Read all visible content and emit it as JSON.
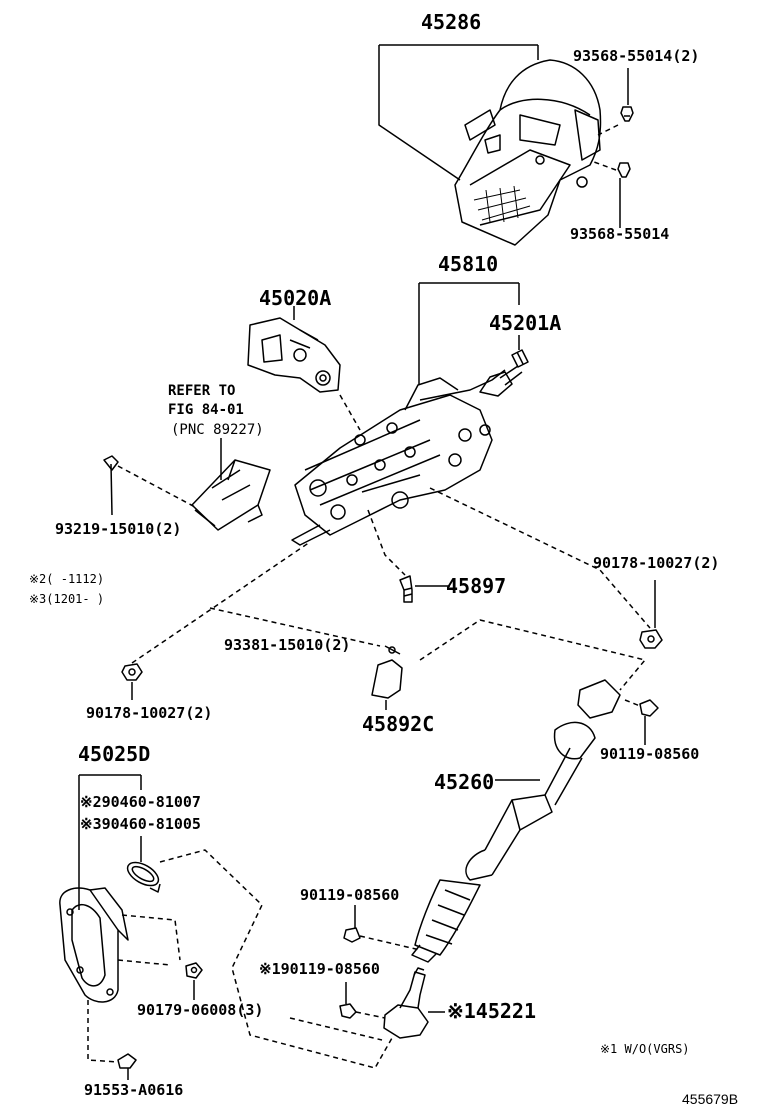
{
  "labels": {
    "p45286": "45286",
    "p93568_55014_2": "93568-55014(2)",
    "p93568_55014": "93568-55014",
    "p45810": "45810",
    "p45020A": "45020A",
    "p45201A": "45201A",
    "refer_to": "REFER TO",
    "fig": "FIG 84-01",
    "pnc": "(PNC 89227)",
    "p93219": "93219-15010(2)",
    "note2": "※2(   -1112)",
    "note3": "※3(1201-   )",
    "p90178_right": "90178-10027(2)",
    "p45897": "45897",
    "p93381": "93381-15010(2)",
    "p90178_left": "90178-10027(2)",
    "p45892C": "45892C",
    "p45025D": "45025D",
    "p90460_2": "※290460-81007",
    "p90460_3": "※390460-81005",
    "p90119_right": "90119-08560",
    "p45260": "45260",
    "p90119_mid": "90119-08560",
    "p90119_note1": "※190119-08560",
    "p90179": "90179-06008(3)",
    "p45221": "※145221",
    "p91553": "91553-A0616",
    "note1": "※1 W/O(VGRS)",
    "figure_id": "455679B"
  },
  "colors": {
    "line": "#000000",
    "background": "#ffffff"
  }
}
